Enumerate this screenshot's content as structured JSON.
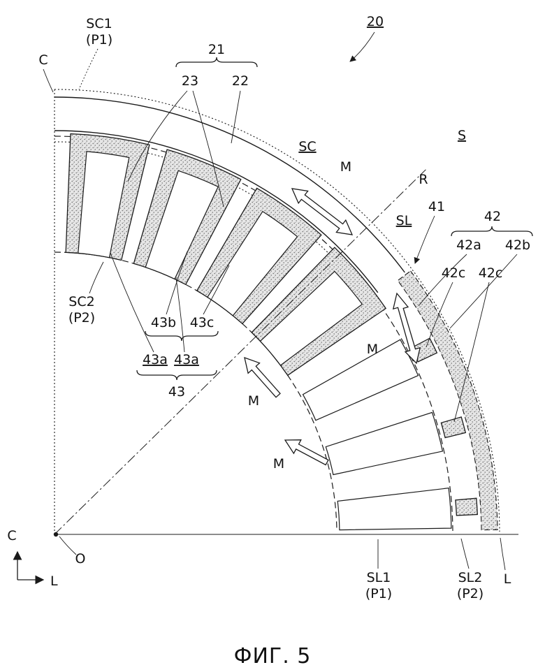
{
  "figure": {
    "caption": "ФИГ. 5"
  },
  "labels": {
    "c_top": "C",
    "sc1": "SC1",
    "sc1_plane": "(P1)",
    "n21": "21",
    "n23": "23",
    "n22": "22",
    "n20": "20",
    "sc": "SC",
    "m1": "M",
    "m2": "M",
    "m3": "M",
    "m4": "M",
    "r": "R",
    "sl": "SL",
    "n41": "41",
    "n42": "42",
    "n42a": "42a",
    "n42b": "42b",
    "n42c_1": "42c",
    "n42c_2": "42c",
    "s": "S",
    "sc2": "SC2",
    "sc2_plane": "(P2)",
    "n43b": "43b",
    "n43c": "43c",
    "n43a_1": "43a",
    "n43a_2": "43a",
    "n43": "43",
    "sl1": "SL1",
    "sl1_plane": "(P1)",
    "sl2": "SL2",
    "sl2_plane": "(P2)",
    "l_corner": "L",
    "o": "O",
    "c_axis": "C",
    "l_axis": "L"
  },
  "colors": {
    "ink": "#1a1a1a",
    "background": "#ffffff",
    "stipple_fill": "#e6e6e6",
    "stipple_dot": "#666666"
  }
}
